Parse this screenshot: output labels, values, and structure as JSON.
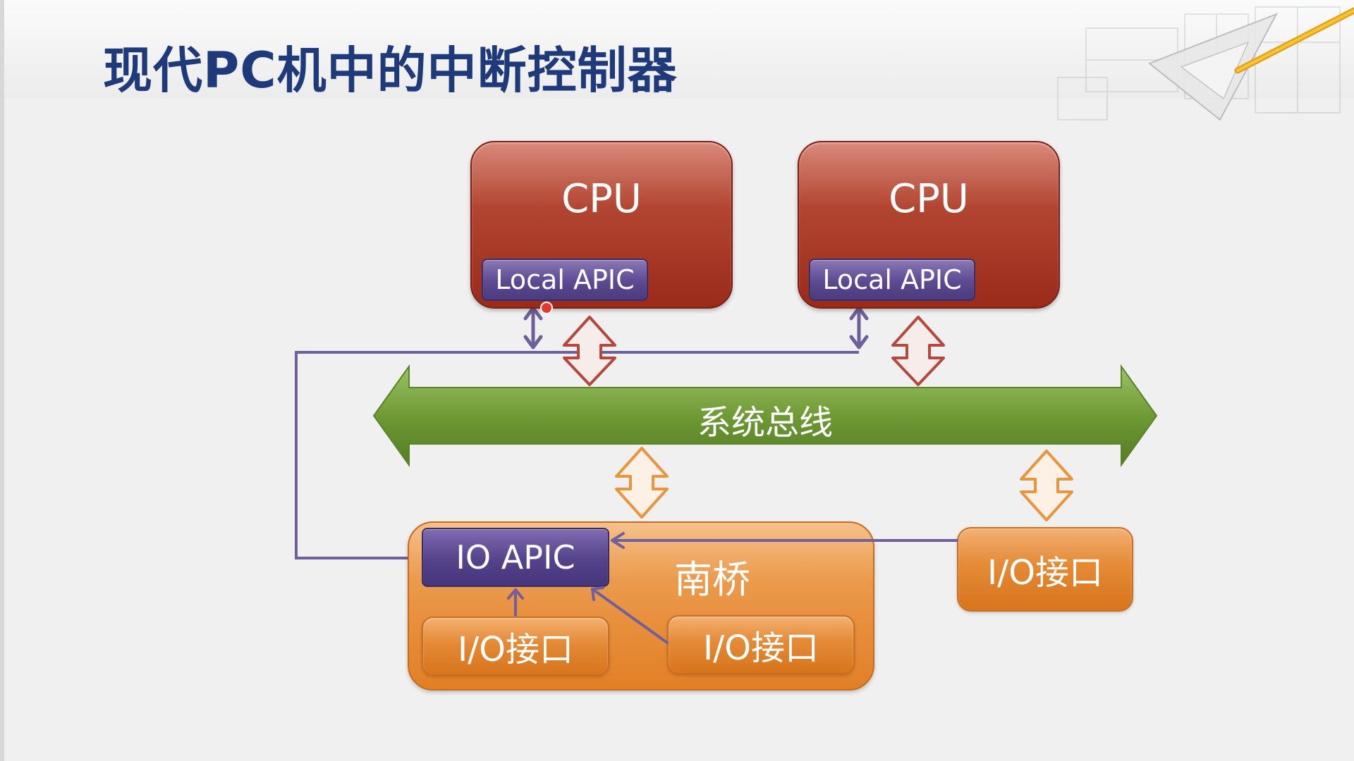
{
  "slide": {
    "title": "现代PC机中的中断控制器"
  },
  "diagram": {
    "cpu_left": {
      "label": "CPU",
      "apic": "Local APIC"
    },
    "cpu_right": {
      "label": "CPU",
      "apic": "Local APIC"
    },
    "bus": {
      "label": "系统总线"
    },
    "southbridge": {
      "label": "南桥",
      "io_apic": "IO APIC",
      "io_left": "I/O接口",
      "io_right": "I/O接口"
    },
    "io_external": {
      "label": "I/O接口"
    }
  },
  "colors": {
    "title": "#1f3a7a",
    "cpu": "#a8321f",
    "apic": "#54428a",
    "bus": "#6e9a35",
    "southbridge": "#e8882f",
    "interrupt_line": "#6f5f9a",
    "bus_arrow_cpu": "#b5473c",
    "bus_arrow_io": "#e8953e"
  }
}
